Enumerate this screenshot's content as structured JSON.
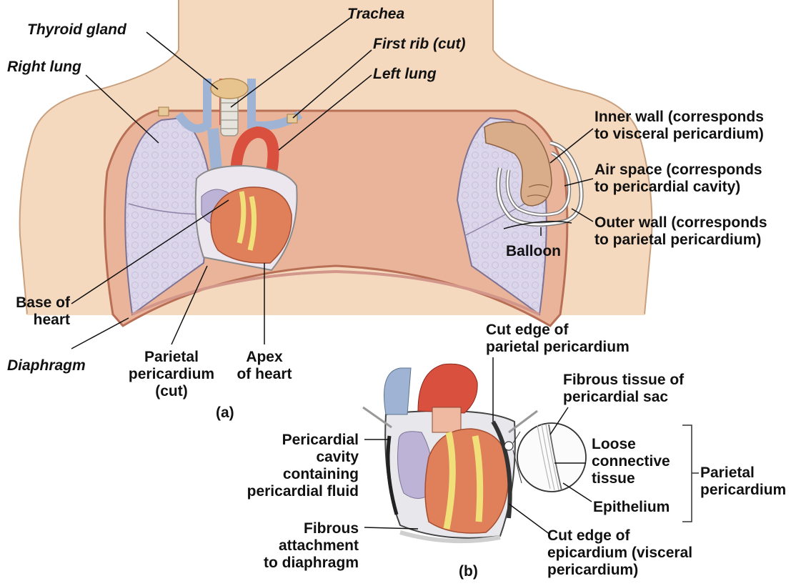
{
  "labels": {
    "trachea": "Trachea",
    "thyroid_gland": "Thyroid gland",
    "first_rib": "First rib (cut)",
    "right_lung": "Right lung",
    "left_lung": "Left lung",
    "base_of_heart": "Base of\nheart",
    "diaphragm": "Diaphragm",
    "parietal_pericardium_cut": "Parietal\npericardium\n(cut)",
    "apex_of_heart": "Apex\nof heart",
    "panel_a": "(a)",
    "inner_wall": "Inner wall (corresponds\nto visceral pericardium)",
    "air_space": "Air space (corresponds\nto pericardial cavity)",
    "outer_wall": "Outer wall (corresponds\nto parietal pericardium)",
    "balloon": "Balloon",
    "cut_edge_parietal": "Cut edge of\nparietal pericardium",
    "fibrous_tissue": "Fibrous tissue of\npericardial sac",
    "loose_connective": "Loose\nconnective\ntissue",
    "parietal_pericardium": "Parietal\npericardium",
    "epithelium": "Epithelium",
    "pericardial_cavity": "Pericardial\ncavity\ncontaining\npericardial fluid",
    "fibrous_attachment": "Fibrous\nattachment\nto diaphragm",
    "cut_edge_epicardium": "Cut edge of\nepicardium (visceral\npericardium)",
    "panel_b": "(b)"
  },
  "colors": {
    "skin": "#f4d9bf",
    "skin_edge": "#c9a07e",
    "lung": "#ddd7ea",
    "heart": "#e0805a",
    "fat": "#f1df7a",
    "artery": "#d9503f",
    "vein": "#9fb4d4",
    "thyroid": "#e7c38e",
    "balloon_fist": "#d9ad8a"
  }
}
